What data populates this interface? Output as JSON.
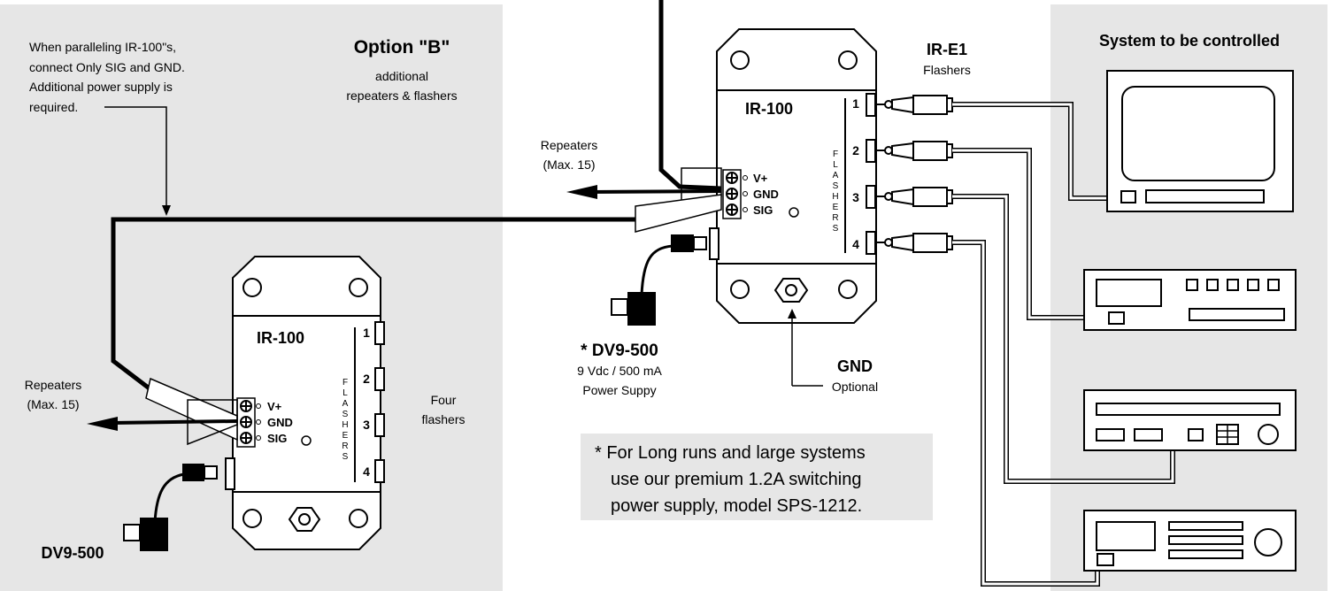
{
  "option_b": {
    "title": "Option \"B\"",
    "subtitle_line1": "additional",
    "subtitle_line2": "repeaters & flashers",
    "note_line1": "When paralleling IR-100\"s,",
    "note_line2": "connect Only SIG and GND.",
    "note_line3": "Additional power supply is",
    "note_line4": "required."
  },
  "system": {
    "title": "System to be controlled"
  },
  "main_unit": {
    "model": "IR-100",
    "flashers_vertical": [
      "F",
      "L",
      "A",
      "S",
      "H",
      "E",
      "R",
      "S"
    ],
    "ports": [
      "1",
      "2",
      "3",
      "4"
    ],
    "terminals": [
      "V+",
      "GND",
      "SIG"
    ],
    "emitter_title": "IR-E1",
    "emitter_sub": "Flashers",
    "repeaters_line1": "Repeaters",
    "repeaters_line2": "(Max. 15)",
    "power_title": "* DV9-500",
    "power_line2": "9 Vdc / 500  mA",
    "power_line3": "Power Suppy",
    "gnd_title": "GND",
    "gnd_sub": "Optional"
  },
  "second_unit": {
    "model": "IR-100",
    "flashers_vertical": [
      "F",
      "L",
      "A",
      "S",
      "H",
      "E",
      "R",
      "S"
    ],
    "ports": [
      "1",
      "2",
      "3",
      "4"
    ],
    "terminals": [
      "V+",
      "GND",
      "SIG"
    ],
    "repeaters_line1": "Repeaters",
    "repeaters_line2": "(Max. 15)",
    "four_line1": "Four",
    "four_line2": "flashers",
    "power_label": "DV9-500"
  },
  "footnote": {
    "line1": "* For Long runs and large systems",
    "line2": "use our premium 1.2A switching",
    "line3": "power supply, model SPS-1212."
  },
  "colors": {
    "panel_gray": "#e6e6e6",
    "ink": "#000000",
    "note_box": "#e6e6e6"
  }
}
